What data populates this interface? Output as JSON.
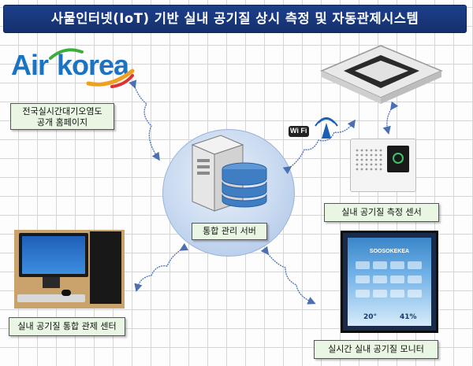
{
  "title": "사물인터넷(IoT) 기반 실내 공기질 상시 측정 및 자동관제시스템",
  "logo": {
    "part1": "Air",
    "part2": "korea"
  },
  "labels": {
    "homepage": [
      "전국실시간대기오염도",
      "공개 홈페이지"
    ],
    "server": "통합 관리 서버",
    "sensor": "실내 공기질 측정 센서",
    "center": "실내 공기질 통합 관제 센터",
    "monitor": "실시간 실내 공기질 모니터"
  },
  "wifi": {
    "text": "Wi Fi"
  },
  "monitor_screen": {
    "header": "SOOSOKEKEA",
    "temp": "20°",
    "humidity": "41%"
  },
  "colors": {
    "title_bg": "#1d3f8a",
    "label_bg": "#eaf6e4",
    "logo_blue": "#1b74c2",
    "arrow": "#4a6fb3"
  }
}
